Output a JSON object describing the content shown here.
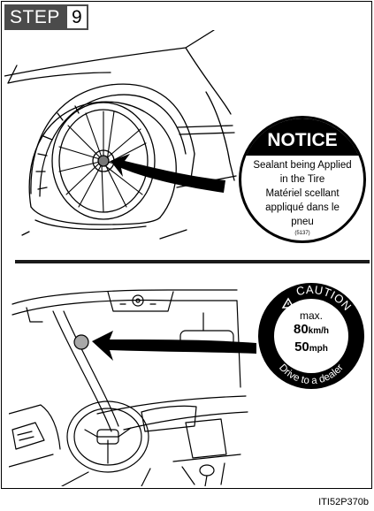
{
  "step": {
    "word": "STEP",
    "number": "9"
  },
  "notice_label": {
    "title": "NOTICE",
    "lines": [
      "Sealant being Applied",
      "in the Tire",
      "Matériel scellant",
      "appliqué dans le",
      "pneu"
    ],
    "code": "(5137)"
  },
  "caution_label": {
    "title": "CAUTION",
    "max": "max.",
    "kmh_value": "80",
    "kmh_unit": "km/h",
    "mph_value": "50",
    "mph_unit": "mph",
    "footer": "Drive to a dealer"
  },
  "figure_code": "ITI52P370b",
  "icons": [
    "caution-triangle-icon",
    "pointer-arrow-icon"
  ]
}
